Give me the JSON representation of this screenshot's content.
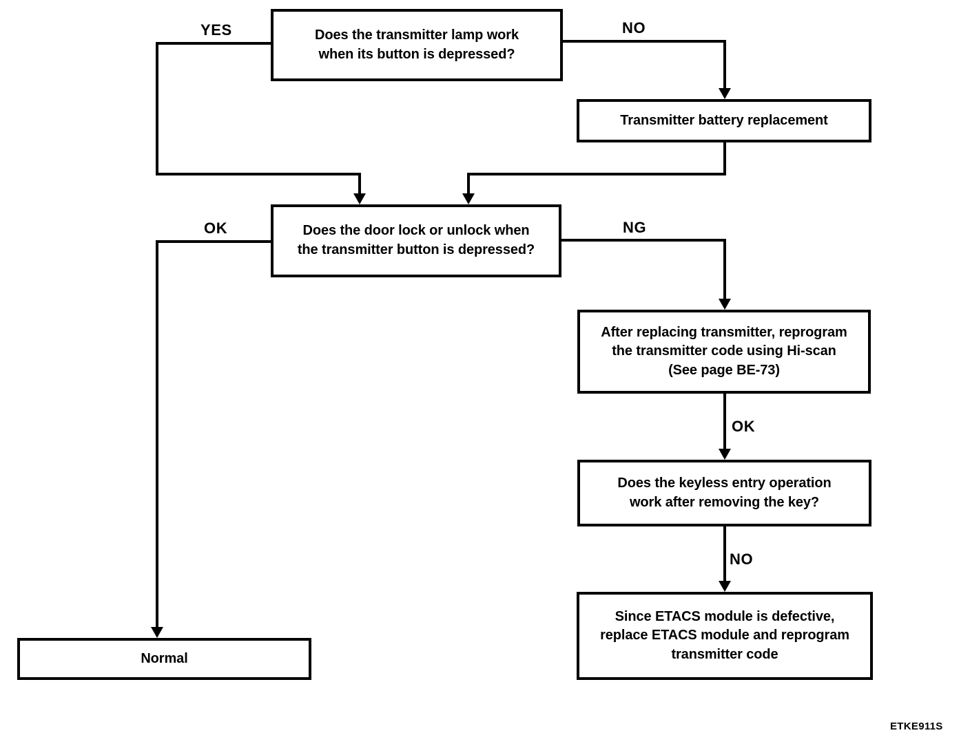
{
  "diagram": {
    "figure_code": "ETKE911S",
    "colors": {
      "ink": "#000000",
      "paper": "#ffffff"
    },
    "nodes": {
      "q_lamp": {
        "label": "Does the transmitter lamp work\nwhen its button is depressed?"
      },
      "battery": {
        "label": "Transmitter battery replacement"
      },
      "q_door": {
        "label": "Does the door lock or unlock when\nthe transmitter button is depressed?"
      },
      "reprogram": {
        "label": "After replacing transmitter, reprogram\nthe transmitter code using Hi-scan\n(See page BE-73)"
      },
      "q_keyless": {
        "label": "Does the keyless entry operation\nwork after removing the key?"
      },
      "etacs": {
        "label": "Since ETACS module is defective,\nreplace ETACS module and reprogram\ntransmitter code"
      },
      "normal": {
        "label": "Normal"
      }
    },
    "edges": {
      "lamp_yes": {
        "label": "YES"
      },
      "lamp_no": {
        "label": "NO"
      },
      "door_ok": {
        "label": "OK"
      },
      "door_ng": {
        "label": "NG"
      },
      "reprogram_ok": {
        "label": "OK"
      },
      "keyless_no": {
        "label": "NO"
      }
    }
  }
}
